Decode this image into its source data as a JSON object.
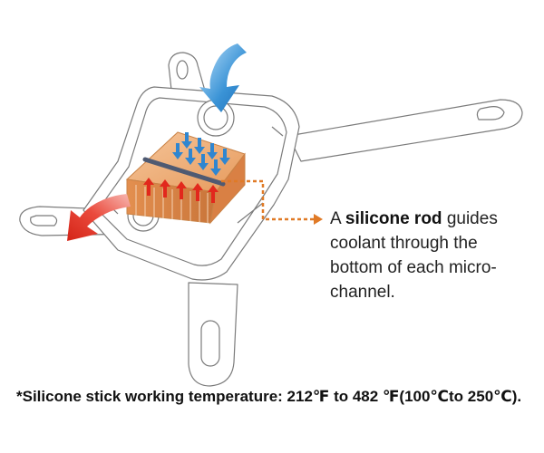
{
  "callout": {
    "lead": "A",
    "highlight": "silicone rod",
    "rest_line1": "guides",
    "line2": "coolant through the",
    "line3": "bottom of each micro-",
    "line4": "channel."
  },
  "footnote": {
    "text": "*Silicone stick working temperature: 212℉ to 482 ℉(100℃to 250℃)."
  },
  "colors": {
    "inflow_arrow": "#3a93d6",
    "outflow_arrow": "#e63329",
    "copper": "#e89a5b",
    "rod": "#4f5a72",
    "leader": "#e07a26"
  },
  "icons": {
    "inflow": "blue-arrow-down-icon",
    "outflow": "red-arrow-left-icon",
    "pointer": "orange-arrowhead-icon"
  }
}
